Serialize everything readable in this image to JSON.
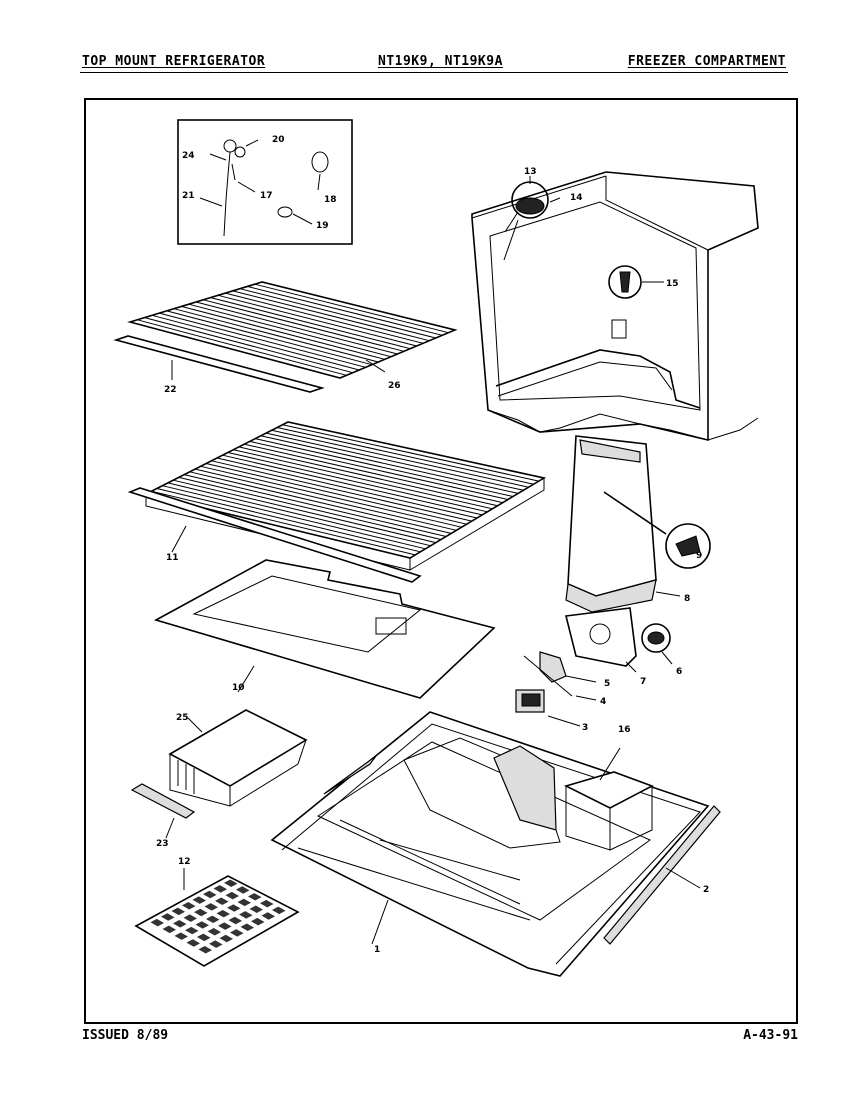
{
  "header": {
    "left": "TOP MOUNT REFRIGERATOR",
    "center": "NT19K9, NT19K9A",
    "right": "FREEZER COMPARTMENT"
  },
  "footer": {
    "issued": "ISSUED 8/89",
    "code": "A-43-91"
  },
  "callouts": {
    "c1": "1",
    "c2": "2",
    "c3": "3",
    "c4": "4",
    "c5": "5",
    "c6": "6",
    "c7": "7",
    "c8": "8",
    "c9": "9",
    "c10": "10",
    "c11": "11",
    "c12": "12",
    "c13": "13",
    "c14": "14",
    "c15": "15",
    "c16": "16",
    "c17": "17",
    "c18": "18",
    "c19": "19",
    "c20": "20",
    "c21": "21",
    "c22": "22",
    "c23": "23",
    "c24": "24",
    "c25": "25",
    "c26": "26"
  }
}
